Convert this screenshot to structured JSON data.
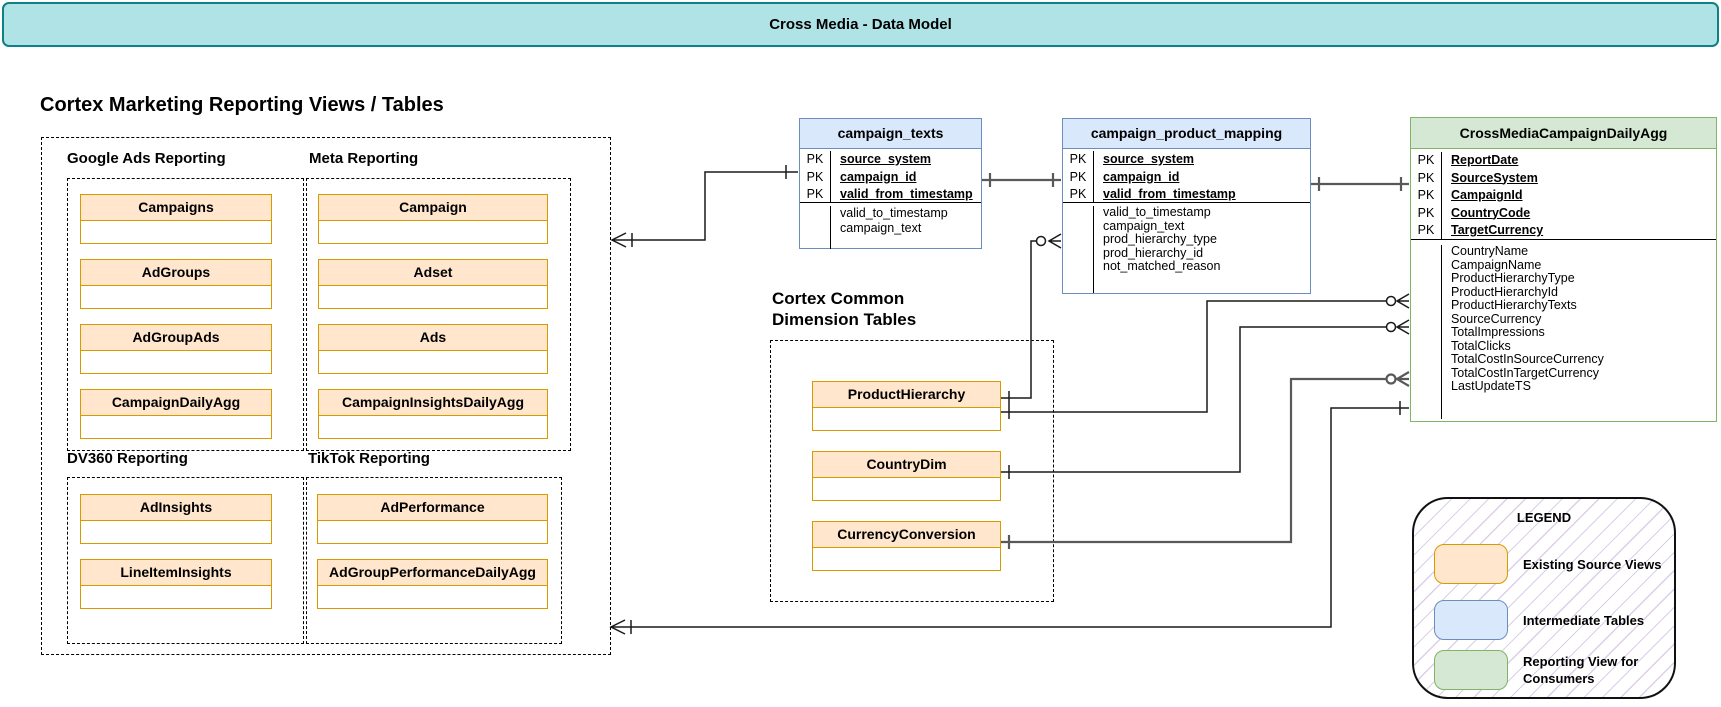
{
  "title": "Cross Media - Data Model",
  "marketing": {
    "heading": "Cortex Marketing Reporting Views / Tables",
    "sections": {
      "google": {
        "label": "Google Ads Reporting",
        "entities": [
          "Campaigns",
          "AdGroups",
          "AdGroupAds",
          "CampaignDailyAgg"
        ]
      },
      "meta": {
        "label": "Meta Reporting",
        "entities": [
          "Campaign",
          "Adset",
          "Ads",
          "CampaignInsightsDailyAgg"
        ]
      },
      "dv360": {
        "label": "DV360 Reporting",
        "entities": [
          "AdInsights",
          "LineItemInsights"
        ]
      },
      "tiktok": {
        "label": "TikTok Reporting",
        "entities": [
          "AdPerformance",
          "AdGroupPerformanceDailyAgg"
        ]
      }
    }
  },
  "intermediate_tables": {
    "campaign_texts": {
      "name": "campaign_texts",
      "pk_labels": [
        "PK",
        "PK",
        "PK"
      ],
      "primary_keys": [
        "source_system",
        "campaign_id",
        "valid_from_timestamp"
      ],
      "attributes": [
        "valid_to_timestamp",
        "campaign_text"
      ]
    },
    "campaign_product_mapping": {
      "name": "campaign_product_mapping",
      "pk_labels": [
        "PK",
        "PK",
        "PK"
      ],
      "primary_keys": [
        "source_system",
        "campaign_id",
        "valid_from_timestamp"
      ],
      "attributes": [
        "valid_to_timestamp",
        "campaign_text",
        "prod_hierarchy_type",
        "prod_hierarchy_id",
        "not_matched_reason"
      ]
    }
  },
  "reporting_view": {
    "name": "CrossMediaCampaignDailyAgg",
    "pk_labels": [
      "PK",
      "PK",
      "PK",
      "PK",
      "PK"
    ],
    "primary_keys": [
      "ReportDate",
      "SourceSystem",
      "CampaignId",
      "CountryCode",
      "TargetCurrency"
    ],
    "attributes": [
      "CountryName",
      "CampaignName",
      "ProductHierarchyType",
      "ProductHierarchyId",
      "ProductHierarchyTexts",
      "SourceCurrency",
      "TotalImpressions",
      "TotalClicks",
      "TotalCostInSourceCurrency",
      "TotalCostInTargetCurrency",
      "LastUpdateTS"
    ]
  },
  "dimension_tables": {
    "heading": [
      "Cortex Common",
      "Dimension Tables"
    ],
    "entities": [
      "ProductHierarchy",
      "CountryDim",
      "CurrencyConversion"
    ]
  },
  "legend": {
    "title": "LEGEND",
    "items": [
      {
        "label": "Existing Source Views",
        "fill": "#FFE6CC",
        "border": "#D79B00"
      },
      {
        "label": "Intermediate Tables",
        "fill": "#DAE8FC",
        "border": "#6C8EBF"
      },
      {
        "label": "Reporting View for Consumers",
        "fill": "#D5E8D4",
        "border": "#82B366"
      }
    ]
  },
  "colors": {
    "banner_fill": "#B0E3E6",
    "banner_border": "#0E8088",
    "source_view_fill": "#FFE6CC",
    "source_view_border": "#D79B00",
    "intermediate_fill": "#DAE8FC",
    "intermediate_border": "#6C8EBF",
    "reporting_fill": "#D5E8D4",
    "reporting_border": "#82B366"
  }
}
